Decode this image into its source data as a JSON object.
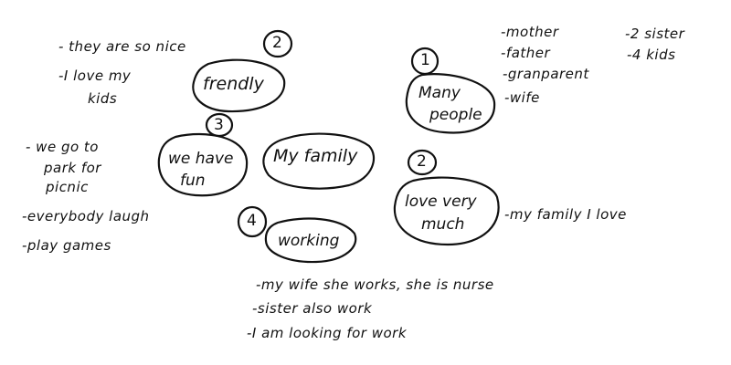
{
  "center": {
    "label": "My family"
  },
  "branches": [
    {
      "id": "many-people",
      "number": "1",
      "label_lines": [
        "Many",
        "people"
      ],
      "notes": [
        "-mother",
        "-father",
        "-granparent",
        "-wife",
        "-2 sister",
        "-4 kids"
      ]
    },
    {
      "id": "friendly",
      "number": "2",
      "label_lines": [
        "frendly"
      ],
      "notes": [
        "- they are so nice",
        "-I love my",
        "kids"
      ]
    },
    {
      "id": "love-very-much",
      "number": "2",
      "label_lines": [
        "love very",
        "much"
      ],
      "notes": [
        "-my family I love"
      ]
    },
    {
      "id": "we-have-fun",
      "number": "3",
      "label_lines": [
        "we have",
        "fun"
      ],
      "notes": [
        "- we go to",
        "park for",
        "picnic",
        "-everybody laugh",
        "-play games"
      ]
    },
    {
      "id": "working",
      "number": "4",
      "label_lines": [
        "working"
      ],
      "notes": [
        "-my wife she works, she is nurse",
        "-sister also work",
        "-I am looking for work"
      ]
    }
  ]
}
